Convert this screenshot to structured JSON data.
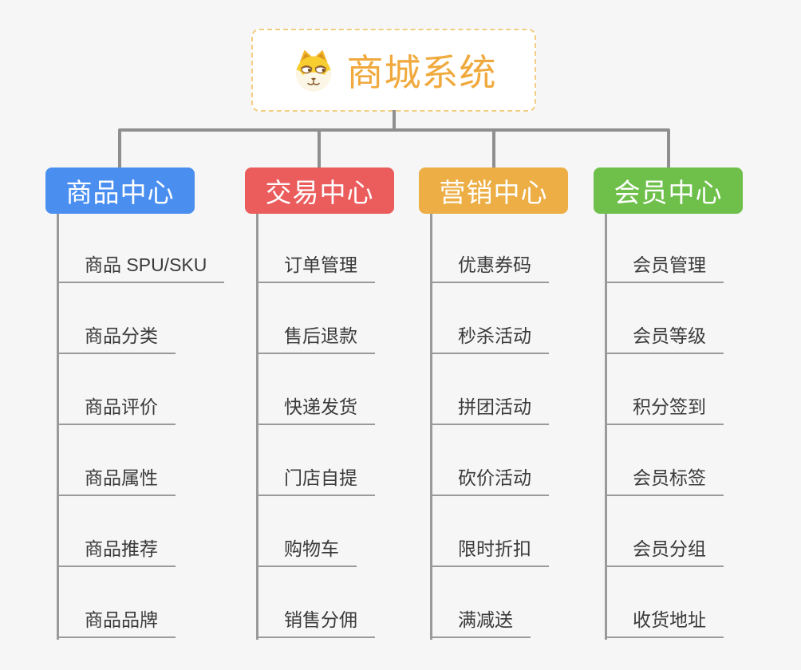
{
  "root": {
    "title": "商城系统",
    "icon": "dog-face-icon",
    "text_color": "#f0a93c",
    "border_color": "#f2cd84"
  },
  "branches": [
    {
      "label": "商品中心",
      "color": "#4a8ff0",
      "children": [
        "商品 SPU/SKU",
        "商品分类",
        "商品评价",
        "商品属性",
        "商品推荐",
        "商品品牌"
      ]
    },
    {
      "label": "交易中心",
      "color": "#ea5d5c",
      "children": [
        "订单管理",
        "售后退款",
        "快递发货",
        "门店自提",
        "购物车",
        "销售分佣"
      ]
    },
    {
      "label": "营销中心",
      "color": "#ecae45",
      "children": [
        "优惠券码",
        "秒杀活动",
        "拼团活动",
        "砍价活动",
        "限时折扣",
        "满减送"
      ]
    },
    {
      "label": "会员中心",
      "color": "#6ec04a",
      "children": [
        "会员管理",
        "会员等级",
        "积分签到",
        "会员标签",
        "会员分组",
        "收货地址"
      ]
    }
  ],
  "palette": {
    "connector_line": "#8f8f8f",
    "leaf_line": "#9a9a9a",
    "background": "#f6f6f6",
    "leaf_text": "#3a3a3a"
  }
}
